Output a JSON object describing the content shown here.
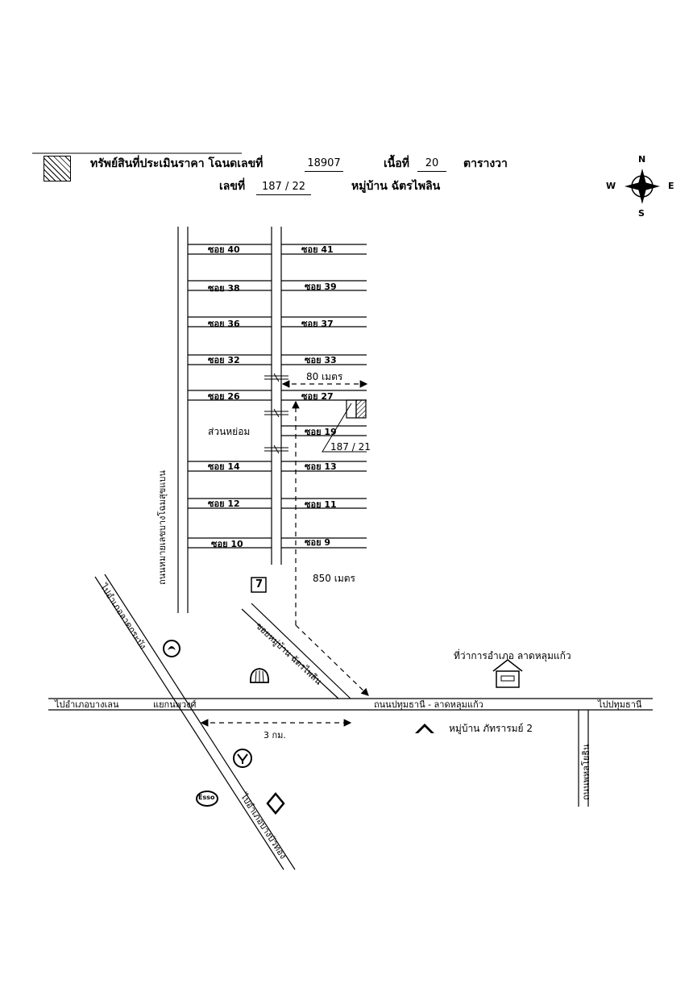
{
  "header": {
    "line1_label": "ทรัพย์สินที่ประเมินราคา โฉนดเลขที่",
    "deed_no": "18907",
    "area_label": "เนื้อที่",
    "area_value": "20",
    "area_unit": "ตารางวา",
    "line2_label": "เลขที่",
    "house_no": "187 / 22",
    "village": "หมู่บ้าน  ฉัตรไพลิน"
  },
  "compass": {
    "n": "N",
    "s": "S",
    "e": "E",
    "w": "W"
  },
  "left_sois": [
    "ซอย 40",
    "ซอย 38",
    "ซอย 36",
    "ซอย 32",
    "ซอย 26",
    "ซอย 14",
    "ซอย  12",
    "ซอย  10"
  ],
  "right_sois": [
    "ซอย 41",
    "ซอย  39",
    "ซอย 37",
    "ซอย 33",
    "ซอย 27",
    "ซอย 19",
    "ซอย  13",
    "ซอย  11",
    "ซอย  9"
  ],
  "labels": {
    "park": "ส่วนหย่อม",
    "dist_80": "80  เมตร",
    "plot_21": "187 / 21",
    "dist_850": "850  เมตร",
    "road_vertical": "ถนนหมายเลขบางโฉมสุขแบน",
    "road_diag_left_top": "ไปอำเภอลาดกระบัง",
    "village_soi": "ซอยหมู่บ้าน  ฉัตรไพลิน",
    "district_office": "ที่ว่าการอำเภอ  ลาดหลุมแก้ว",
    "to_bangkhen": "ไปอำเภอบางเลน",
    "junction": "แยกนพวงศ์",
    "main_road": "ถนนปทุมธานี - ลาดหลุมแก้ว",
    "to_pathum": "ไปปทุมธานี",
    "dist_3km": "3  กม.",
    "village_phat": "หมู่บ้าน  ภัทรารมย์ 2",
    "road_right_vertical": "ถนนพหลโยธิน",
    "to_bangbuathong": "ไปอำเภอบางบัวทอง",
    "esso": "Esso",
    "seven_eleven": "7"
  }
}
